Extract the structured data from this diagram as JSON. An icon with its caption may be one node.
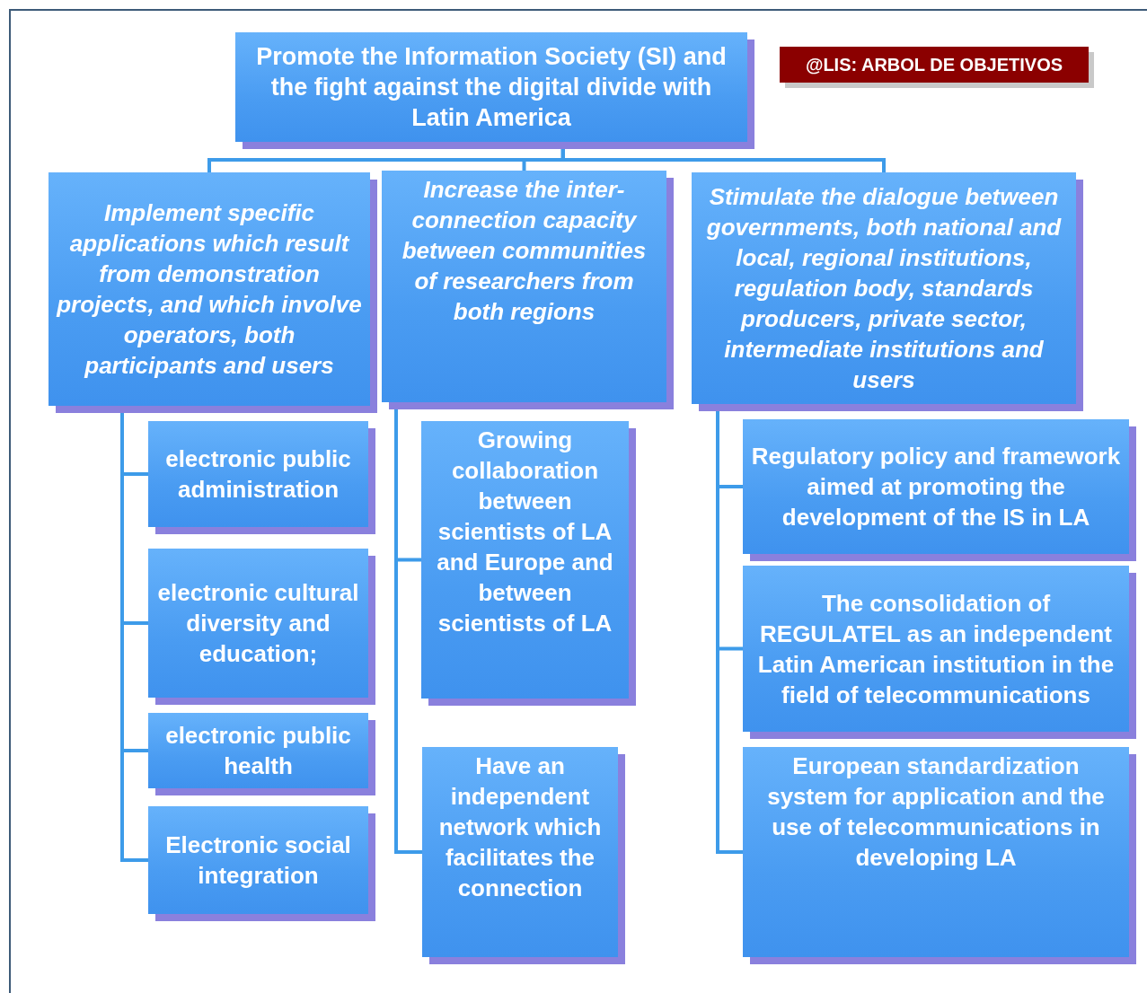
{
  "diagram": {
    "title": "@LIS: ARBOL DE OBJETIVOS",
    "nodes": [
      {
        "text": [
          "Promote the Information Society (SI) and the fight against the digital divide with Latin America"
        ]
      },
      {
        "text": [
          "Implement specific applications which result from demonstration projects, and which involve operators, both participants and users"
        ]
      },
      {
        "text": [
          "Increase the inter-connection capacity between communities of researchers from both regions"
        ]
      },
      {
        "text": [
          "Stimulate the dialogue between governments, both national and local, regional institutions, regulation body, standards producers, private sector, intermediate institutions and users"
        ]
      },
      {
        "text": [
          "electronic public administration"
        ]
      },
      {
        "text": [
          "electronic cultural diversity and education;"
        ]
      },
      {
        "text": [
          "electronic public health"
        ]
      },
      {
        "text": [
          "Electronic social integration"
        ]
      },
      {
        "text": [
          "Growing collaboration between scientists of LA and Europe and between scientists of LA"
        ]
      },
      {
        "text": [
          "Have an independent network which facilitates the connection"
        ]
      },
      {
        "text": [
          "Regulatory policy and framework aimed at promoting the development of the IS in LA"
        ]
      },
      {
        "text": [
          "The consolidation of REGULATEL as an independent Latin American institution in the field of telecommunications"
        ]
      },
      {
        "text": [
          "European standardization system for application and the use of telecommunications in developing LA"
        ]
      }
    ],
    "edges": [
      {
        "from": 0,
        "to": 1,
        "arrow": "none"
      },
      {
        "from": 0,
        "to": 2,
        "arrow": "none"
      },
      {
        "from": 0,
        "to": 3,
        "arrow": "none"
      },
      {
        "from": 1,
        "to": 4,
        "arrow": "none"
      },
      {
        "from": 1,
        "to": 5,
        "arrow": "none"
      },
      {
        "from": 1,
        "to": 6,
        "arrow": "none"
      },
      {
        "from": 1,
        "to": 7,
        "arrow": "none"
      },
      {
        "from": 2,
        "to": 8,
        "arrow": "none"
      },
      {
        "from": 2,
        "to": 9,
        "arrow": "none"
      },
      {
        "from": 3,
        "to": 10,
        "arrow": "none"
      },
      {
        "from": 3,
        "to": 11,
        "arrow": "none"
      },
      {
        "from": 3,
        "to": 12,
        "arrow": "none"
      }
    ]
  }
}
